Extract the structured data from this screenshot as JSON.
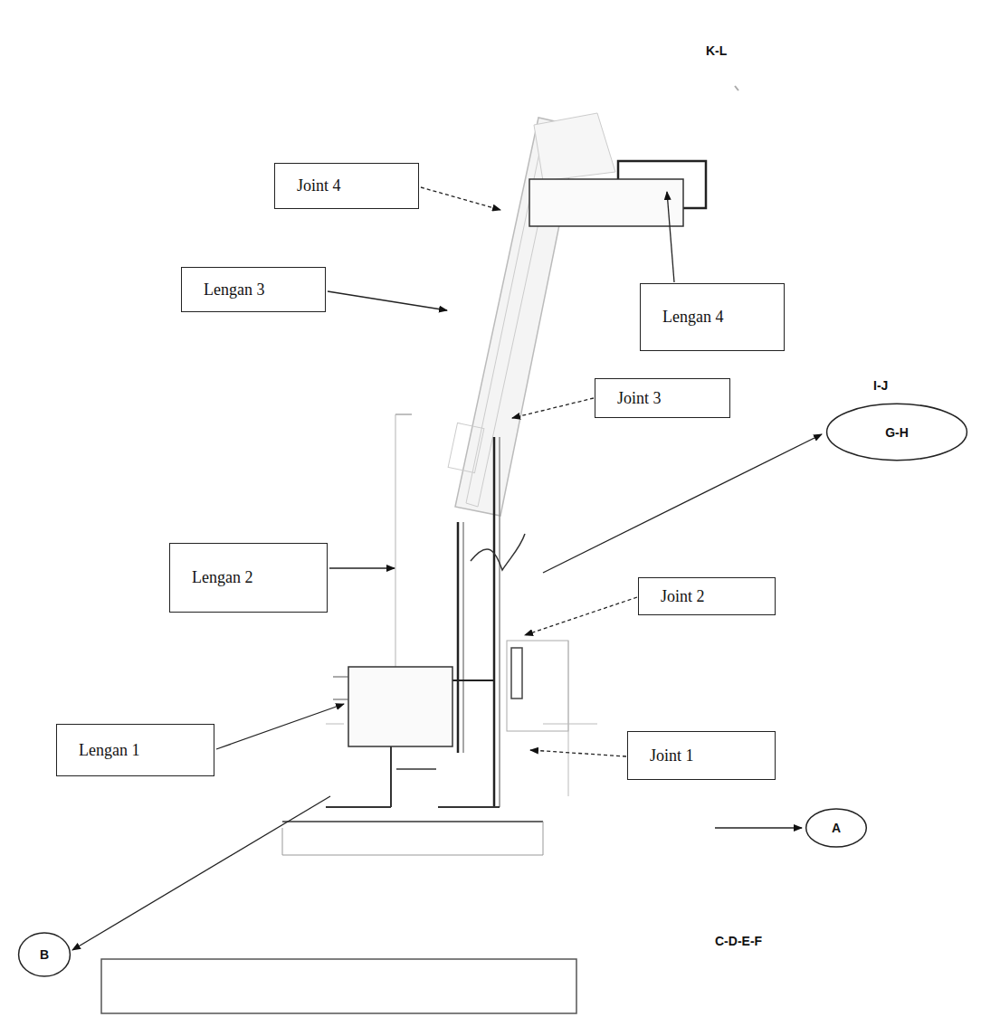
{
  "diagram": {
    "nodes": [
      {
        "text": [
          "Joint 4"
        ]
      },
      {
        "text": [
          "Lengan 3"
        ]
      },
      {
        "text": [
          "Lengan 4"
        ]
      },
      {
        "text": [
          "Joint 3"
        ]
      },
      {
        "text": [
          "G-H"
        ]
      },
      {
        "text": [
          "Lengan 2"
        ]
      },
      {
        "text": [
          "Joint 2"
        ]
      },
      {
        "text": [
          "Lengan 1"
        ]
      },
      {
        "text": [
          "Joint 1"
        ]
      },
      {
        "text": [
          "A"
        ]
      },
      {
        "text": [
          "B"
        ]
      }
    ],
    "labels": [
      "K-L",
      "I-J",
      "C-D-E-F"
    ]
  }
}
